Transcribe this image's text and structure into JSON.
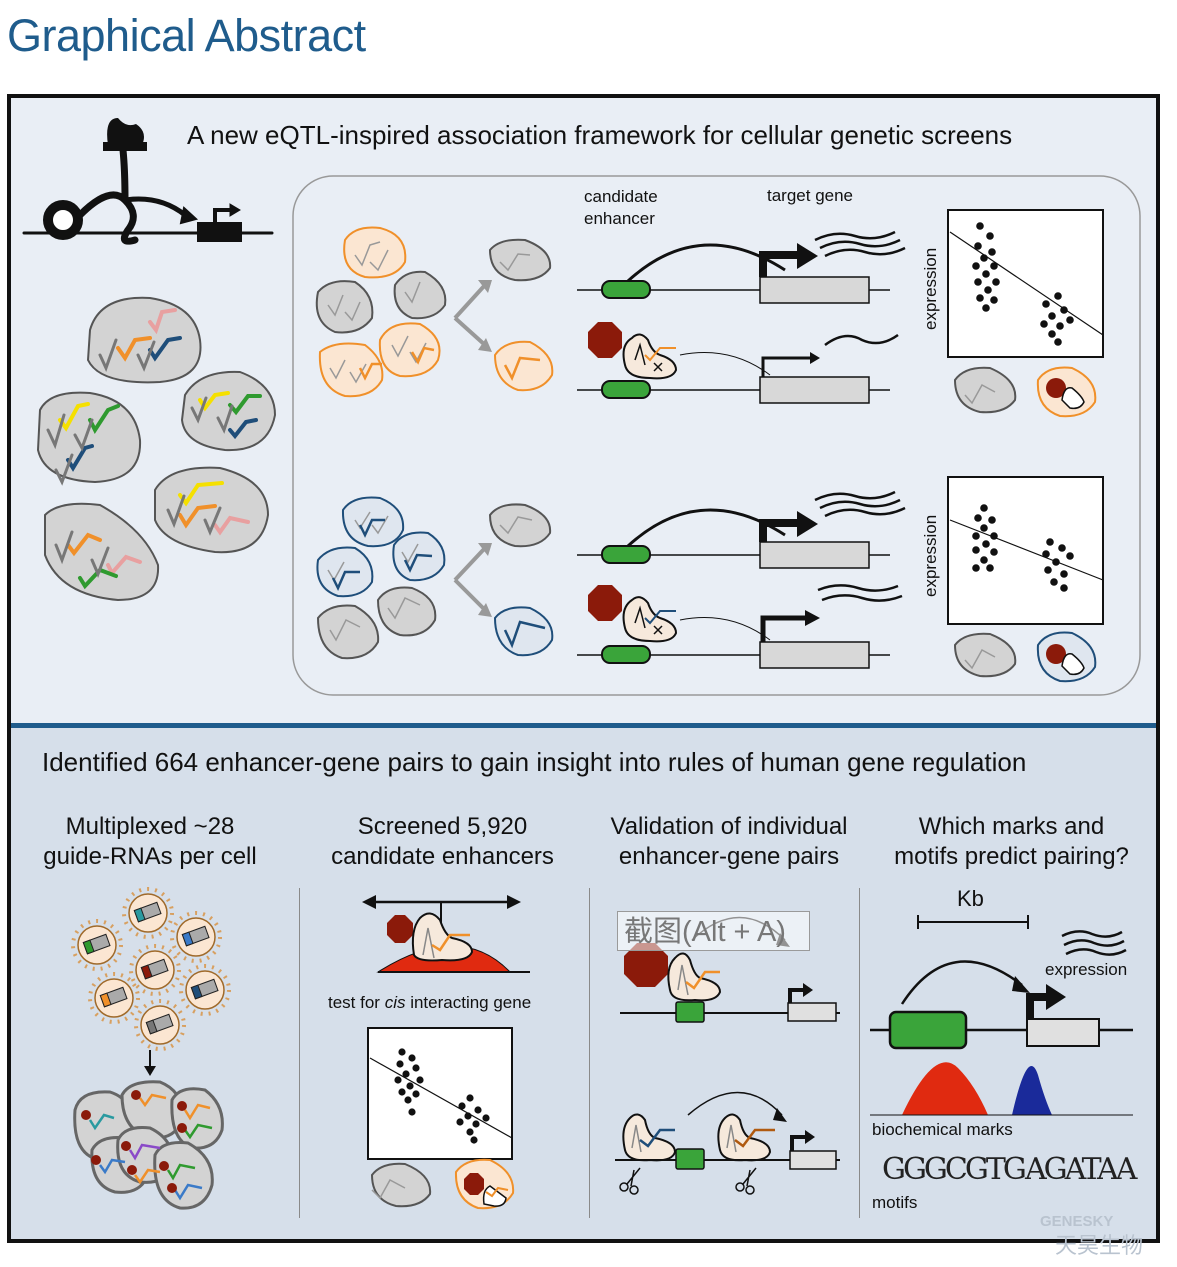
{
  "title": "Graphical Abstract",
  "top": {
    "heading": "A new eQTL-inspired association framework for cellular genetic screens",
    "candidate_enhancer": "candidate\nenhancer",
    "target_gene": "target gene",
    "expression": "expression"
  },
  "bottom": {
    "heading": "Identified 664 enhancer-gene pairs to gain insight into rules of human gene regulation",
    "col1": "Multiplexed ~28\nguide-RNAs per cell",
    "col2": "Screened 5,920\ncandidate enhancers",
    "col3": "Validation of individual\nenhancer-gene pairs",
    "col4": "Which marks and\nmotifs predict pairing?",
    "test_pre": "test for ",
    "test_cis": "cis",
    "test_post": " interacting gene",
    "kb": "Kb",
    "expression": "expression",
    "biochemical_marks": "biochemical marks",
    "motifs_label": "motifs",
    "motif_seq1": "GGGCGTG",
    "motif_seq2": "AGATAA"
  },
  "overlay_text": "截图(Alt + A)",
  "watermark": {
    "en": "GENESKY",
    "cn": "天昊生物"
  },
  "colors": {
    "title": "#1f5c8c",
    "orange": "#f0902a",
    "blue": "#1f4e7a",
    "green": "#3aa43a",
    "red": "#8b1a0a"
  }
}
